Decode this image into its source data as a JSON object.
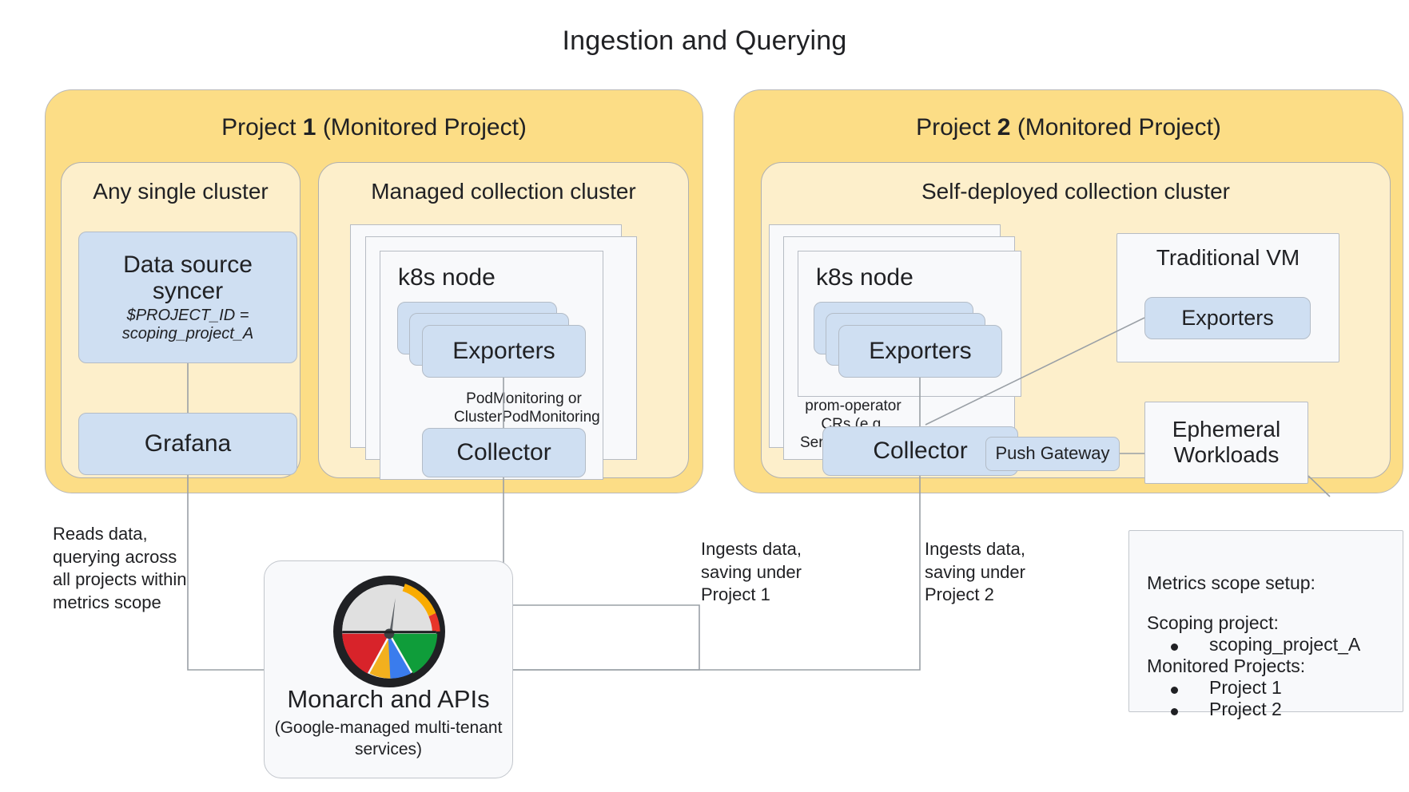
{
  "title": "Ingestion and Querying",
  "projects": [
    {
      "name": "Project 1 (Monitored Project)",
      "name_prefix": "Project ",
      "name_number": "1",
      "name_suffix": " (Monitored Project)",
      "clusters": [
        {
          "title": "Any single cluster",
          "boxes": [
            {
              "label": "Data source syncer",
              "sub": "$PROJECT_ID = scoping_project_A"
            },
            {
              "label": "Grafana"
            }
          ]
        },
        {
          "title": "Managed collection cluster",
          "node_title": "k8s node",
          "boxes": [
            {
              "label": "Exporters"
            },
            {
              "label": "Collector"
            }
          ],
          "edge_label": "PodMonitoring or ClusterPodMonitoring"
        }
      ]
    },
    {
      "name": "Project 2 (Monitored Project)",
      "name_prefix": "Project ",
      "name_number": "2",
      "name_suffix": " (Monitored Project)",
      "clusters": [
        {
          "title": "Self-deployed collection cluster",
          "node_title": "k8s node",
          "boxes": [
            {
              "label": "Exporters"
            },
            {
              "label": "Collector"
            },
            {
              "label": "Push Gateway"
            }
          ],
          "edge_label": "prom-operator CRs (e.g. ServiceMonitor)",
          "side_boxes": [
            {
              "title": "Traditional VM",
              "inner": "Exporters"
            },
            {
              "title": "Ephemeral Workloads"
            }
          ]
        }
      ]
    }
  ],
  "notes": {
    "reads": "Reads data, querying across all projects within metrics scope",
    "ingest_p1": "Ingests data, saving under Project 1",
    "ingest_p2": "Ingests data, saving under Project 2"
  },
  "monarch": {
    "title": "Monarch and APIs",
    "subtitle": "(Google-managed multi-tenant services)",
    "logo_name": "monarch-gauge-logo"
  },
  "legend": {
    "heading": "Metrics scope setup:",
    "scoping_heading": "Scoping project:",
    "scoping_items": [
      "scoping_project_A"
    ],
    "monitored_heading": "Monitored Projects:",
    "monitored_items": [
      "Project 1",
      "Project 2"
    ]
  },
  "colors": {
    "project_fill": "#fcdd86",
    "cluster_fill": "#fdefcb",
    "blue_fill": "#cfdff2",
    "white_fill": "#f8f9fb",
    "stroke": "#b7bcc4",
    "text": "#202124"
  }
}
